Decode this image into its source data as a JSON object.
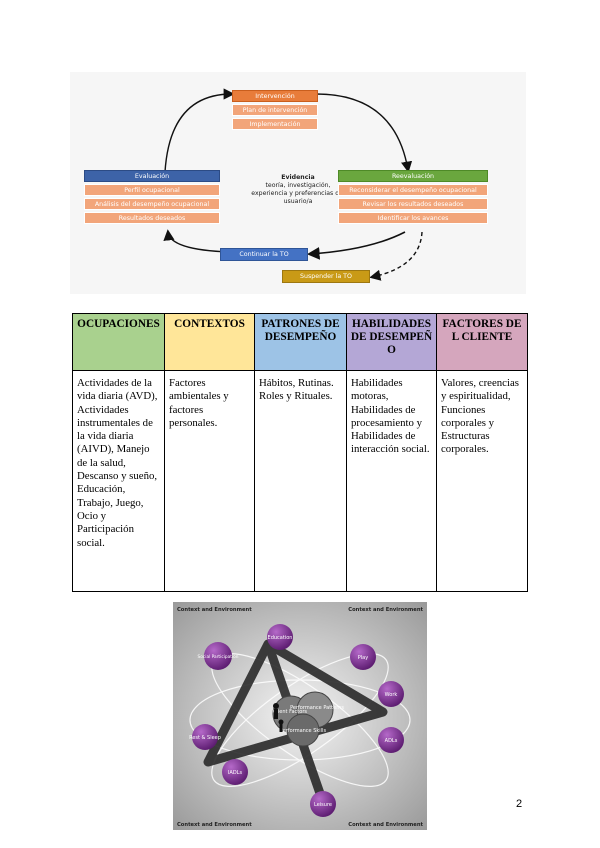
{
  "process": {
    "intervention": {
      "title": "Intervención",
      "items": [
        "Plan de intervención",
        "Implementación"
      ]
    },
    "evaluation": {
      "title": "Evaluación",
      "items": [
        "Perfil ocupacional",
        "Análisis del desempeño ocupacional",
        "Resultados deseados"
      ]
    },
    "reevaluation": {
      "title": "Reevaluación",
      "items": [
        "Reconsiderar el desempeño ocupacional",
        "Revisar los resultados deseados",
        "Identificar los avances"
      ]
    },
    "evidence": {
      "title": "Evidencia",
      "text": "teoría, investigación, experiencia y preferencias del usuario/a"
    },
    "continue_label": "Continuar la TO",
    "suspend_label": "Suspender la TO",
    "colors": {
      "orange": "#e87c3a",
      "blue": "#3d63a8",
      "green": "#6aa73e",
      "gold": "#c99a16"
    }
  },
  "table": {
    "columns": [
      {
        "header": "OCUPACIONES",
        "bg": "#a9d18e",
        "body": "Actividades de la vida diaria (AVD), Actividades instrumentales de la vida diaria (AIVD), Manejo de la salud, Descanso y sueño, Educación, Trabajo, Juego, Ocio y Participación social."
      },
      {
        "header": "CONTEXTOS",
        "bg": "#ffe699",
        "body": "Factores ambientales y factores personales."
      },
      {
        "header": "PATRONES DE DESEMPEÑO",
        "bg": "#9dc3e6",
        "body": "Hábitos, Rutinas. Roles y Rituales."
      },
      {
        "header": "HABILIDADES DE DESEMPEÑO",
        "bg": "#b4a7d6",
        "body": "Habilidades motoras, Habilidades de procesamiento y Habilidades de interacción social."
      },
      {
        "header": "FACTORES DEL CLIENTE",
        "bg": "#d5a6bd",
        "body": "Valores, creencias y espiritualidad, Funciones corporales y Estructuras corporales."
      }
    ]
  },
  "graphic": {
    "corner_label": "Context and Environment",
    "center": [
      "Client Factors",
      "Performance Patterns",
      "Performance Skills"
    ],
    "occupations": [
      "Education",
      "Play",
      "Work",
      "ADLs",
      "Leisure",
      "IADLs",
      "Rest & Sleep",
      "Social Participation"
    ]
  },
  "page_number": "2"
}
